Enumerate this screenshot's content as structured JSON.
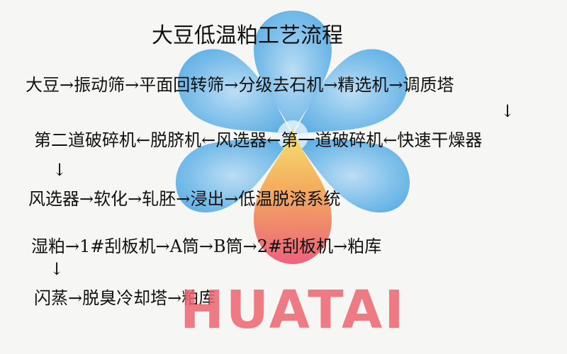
{
  "title": "大豆低温粕工艺流程",
  "brand": {
    "wordmark": "HUATAI",
    "petal_color": "#5fb1e6",
    "center_petal_top": "#f5e068",
    "center_petal_bottom": "#ee5c76",
    "wordmark_color": "#ec6470"
  },
  "flow": {
    "row1": "大豆→振动筛→平面回转筛→分级去石机→精选机→调质塔",
    "arrow1": "↓",
    "row2": "第二道破碎机←脱脐机←风选器←第一道破碎机←快速干燥器",
    "arrow2": "↓",
    "row3": "风选器→软化→轧胚→浸出→低温脱溶系统",
    "row4": "湿粕→1#刮板机→A筒→B筒→2#刮板机→粕库",
    "arrow3": "↓",
    "row5": "闪蒸→脱臭冷却塔→粕库"
  }
}
